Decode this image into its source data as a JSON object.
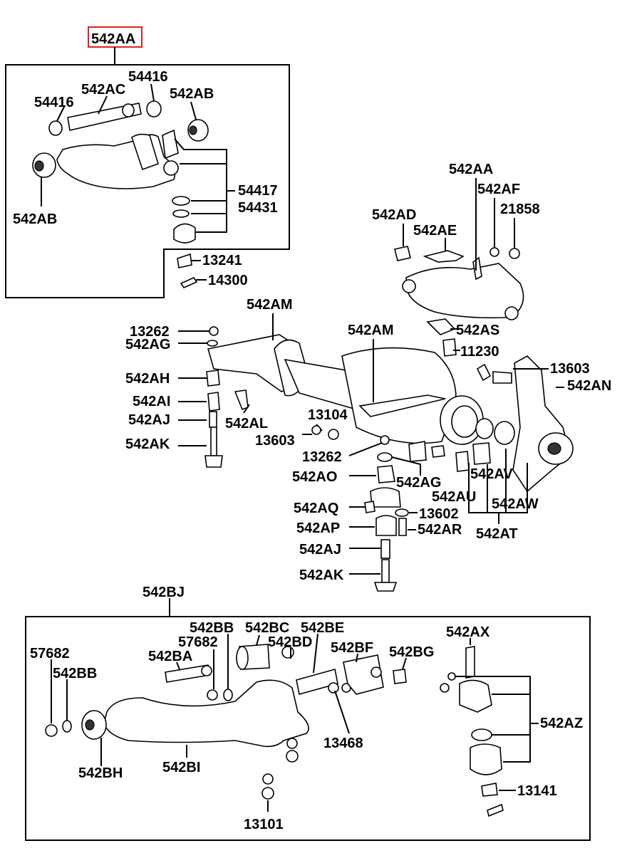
{
  "title_label": "542AA",
  "accent_color": "#e02020",
  "labels": {
    "l54416a": "54416",
    "l542AC": "542AC",
    "l54416b": "54416",
    "l542AB_t": "542AB",
    "l542AB_l": "542AB",
    "l54417": "54417",
    "l54431": "54431",
    "l13241": "13241",
    "l14300": "14300",
    "l542AA_r": "542AA",
    "l542AF": "542AF",
    "l542AD": "542AD",
    "l21858": "21858",
    "l542AE": "542AE",
    "l542AS": "542AS",
    "l11230": "11230",
    "l13603_r": "13603",
    "l542AN": "542AN",
    "l542AM_l": "542AM",
    "l542AM_c": "542AM",
    "l13262_l": "13262",
    "l542AG_l": "542AG",
    "l542AH": "542AH",
    "l542AI": "542AI",
    "l542AJ_l": "542AJ",
    "l542AL": "542AL",
    "l542AK_l": "542AK",
    "l13104": "13104",
    "l13603_l": "13603",
    "l13262_c": "13262",
    "l542AO": "542AO",
    "l542AG_c": "542AG",
    "l542AV": "542AV",
    "l542AU": "542AU",
    "l542AW": "542AW",
    "l542AQ": "542AQ",
    "l13602": "13602",
    "l542AP": "542AP",
    "l542AR": "542AR",
    "l542AT": "542AT",
    "l542AJ_c": "542AJ",
    "l542AK_c": "542AK",
    "l542BJ": "542BJ",
    "l57682a": "57682",
    "l542BB_a": "542BB",
    "l542BB_b": "542BB",
    "l542BC": "542BC",
    "l542BE": "542BE",
    "l57682b": "57682",
    "l542BD": "542BD",
    "l542BA": "542BA",
    "l542BF": "542BF",
    "l542BG": "542BG",
    "l542AX": "542AX",
    "l542AZ": "542AZ",
    "l13468": "13468",
    "l542BH": "542BH",
    "l542BI": "542BI",
    "l13141": "13141",
    "l13101": "13101"
  }
}
